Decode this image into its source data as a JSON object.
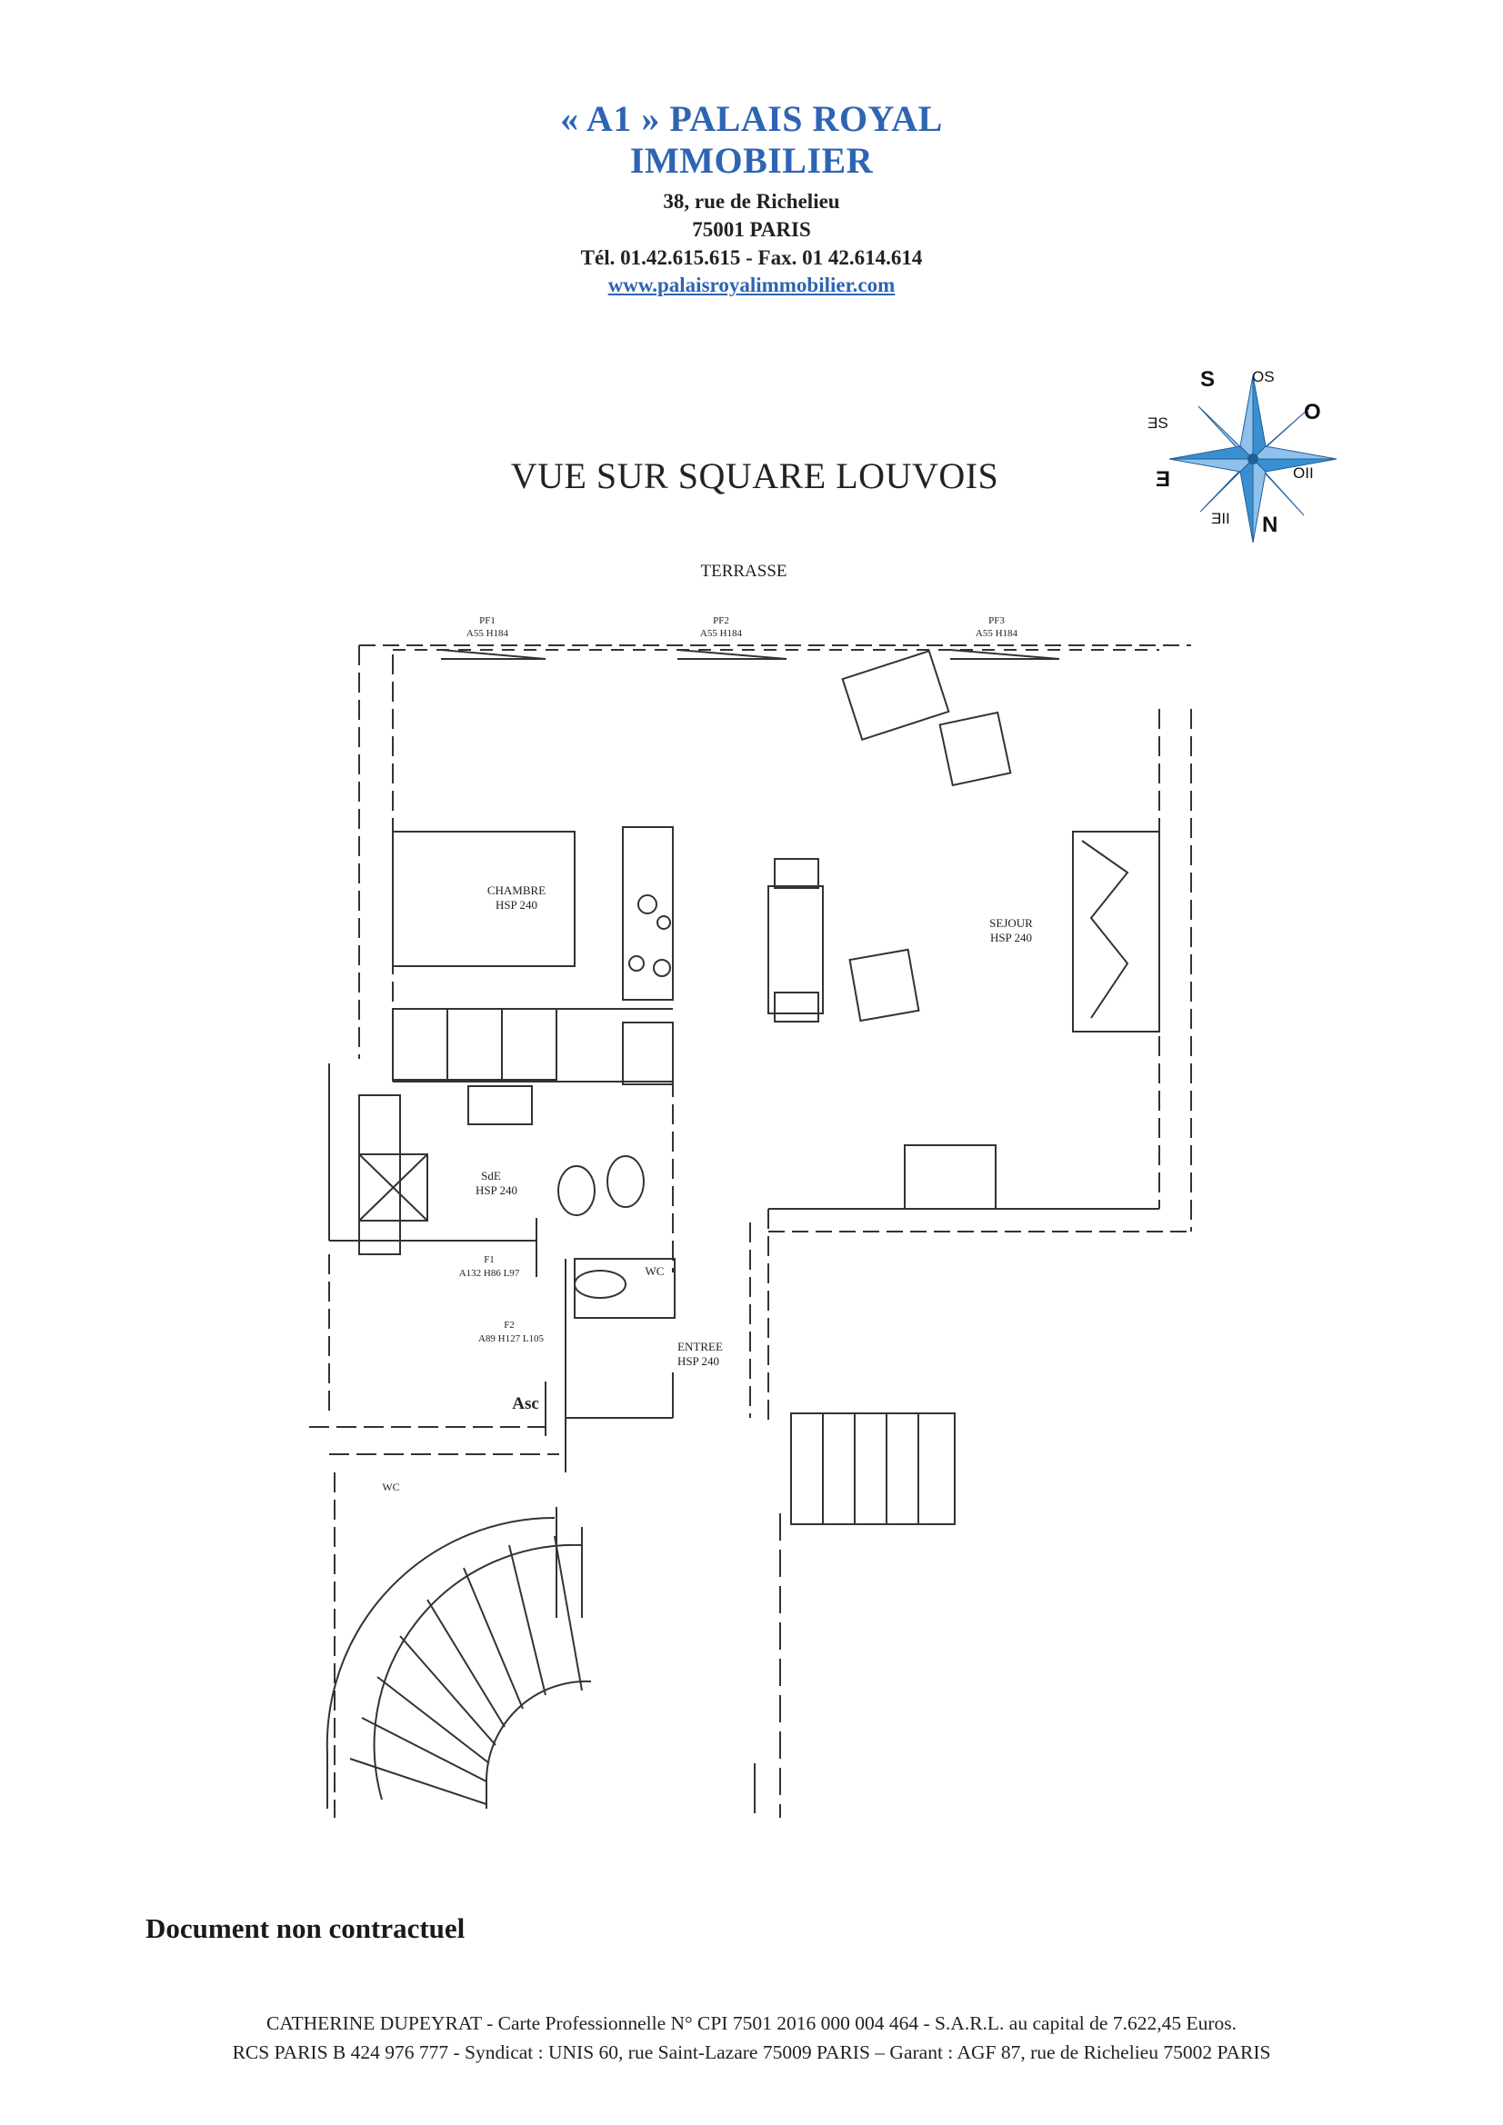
{
  "agency": {
    "name_line1": "« A1 » PALAIS ROYAL",
    "name_line2": "IMMOBILIER",
    "address_line1": "38, rue de Richelieu",
    "address_line2": "75001  PARIS",
    "phone_fax": "Tél. 01.42.615.615 - Fax. 01 42.614.614",
    "website": "www.palaisroyalimmobilier.com",
    "accent_color": "#2e64b4"
  },
  "view_title": "VUE SUR SQUARE LOUVOIS",
  "compass": {
    "labels": {
      "s": "S",
      "so": "OS",
      "o": "O",
      "no": "OII",
      "n": "N",
      "ne": "ƎII",
      "e": "Ǝ",
      "se": "ƎS"
    },
    "star_color": "#3a8fd0"
  },
  "plan": {
    "terrace": "TERRASSE",
    "windows": [
      {
        "name": "PF1",
        "dims": "A55 H184"
      },
      {
        "name": "PF2",
        "dims": "A55 H184"
      },
      {
        "name": "PF3",
        "dims": "A55 H184"
      }
    ],
    "rooms": {
      "chambre": {
        "name": "CHAMBRE",
        "height": "HSP 240"
      },
      "sejour": {
        "name": "SEJOUR",
        "height": "HSP 240"
      },
      "sde": {
        "name": "SdE",
        "height": "HSP 240"
      },
      "wc": "WC",
      "entree": {
        "name": "ENTREE",
        "height": "HSP 240"
      },
      "wc_lower": "WC",
      "asc": "Asc"
    },
    "doors": {
      "f1": {
        "name": "F1",
        "dims": "A132 H86 L97"
      },
      "f2": {
        "name": "F2",
        "dims": "A89 H127 L105"
      }
    }
  },
  "disclaimer": "Document non contractuel",
  "footer": {
    "line1": "CATHERINE DUPEYRAT - Carte Professionnelle N° CPI 7501 2016 000 004 464 - S.A.R.L. au capital de 7.622,45 Euros.",
    "line2": "RCS PARIS B 424 976 777 - Syndicat : UNIS  60, rue Saint-Lazare 75009  PARIS – Garant : AGF 87, rue de Richelieu 75002 PARIS"
  }
}
